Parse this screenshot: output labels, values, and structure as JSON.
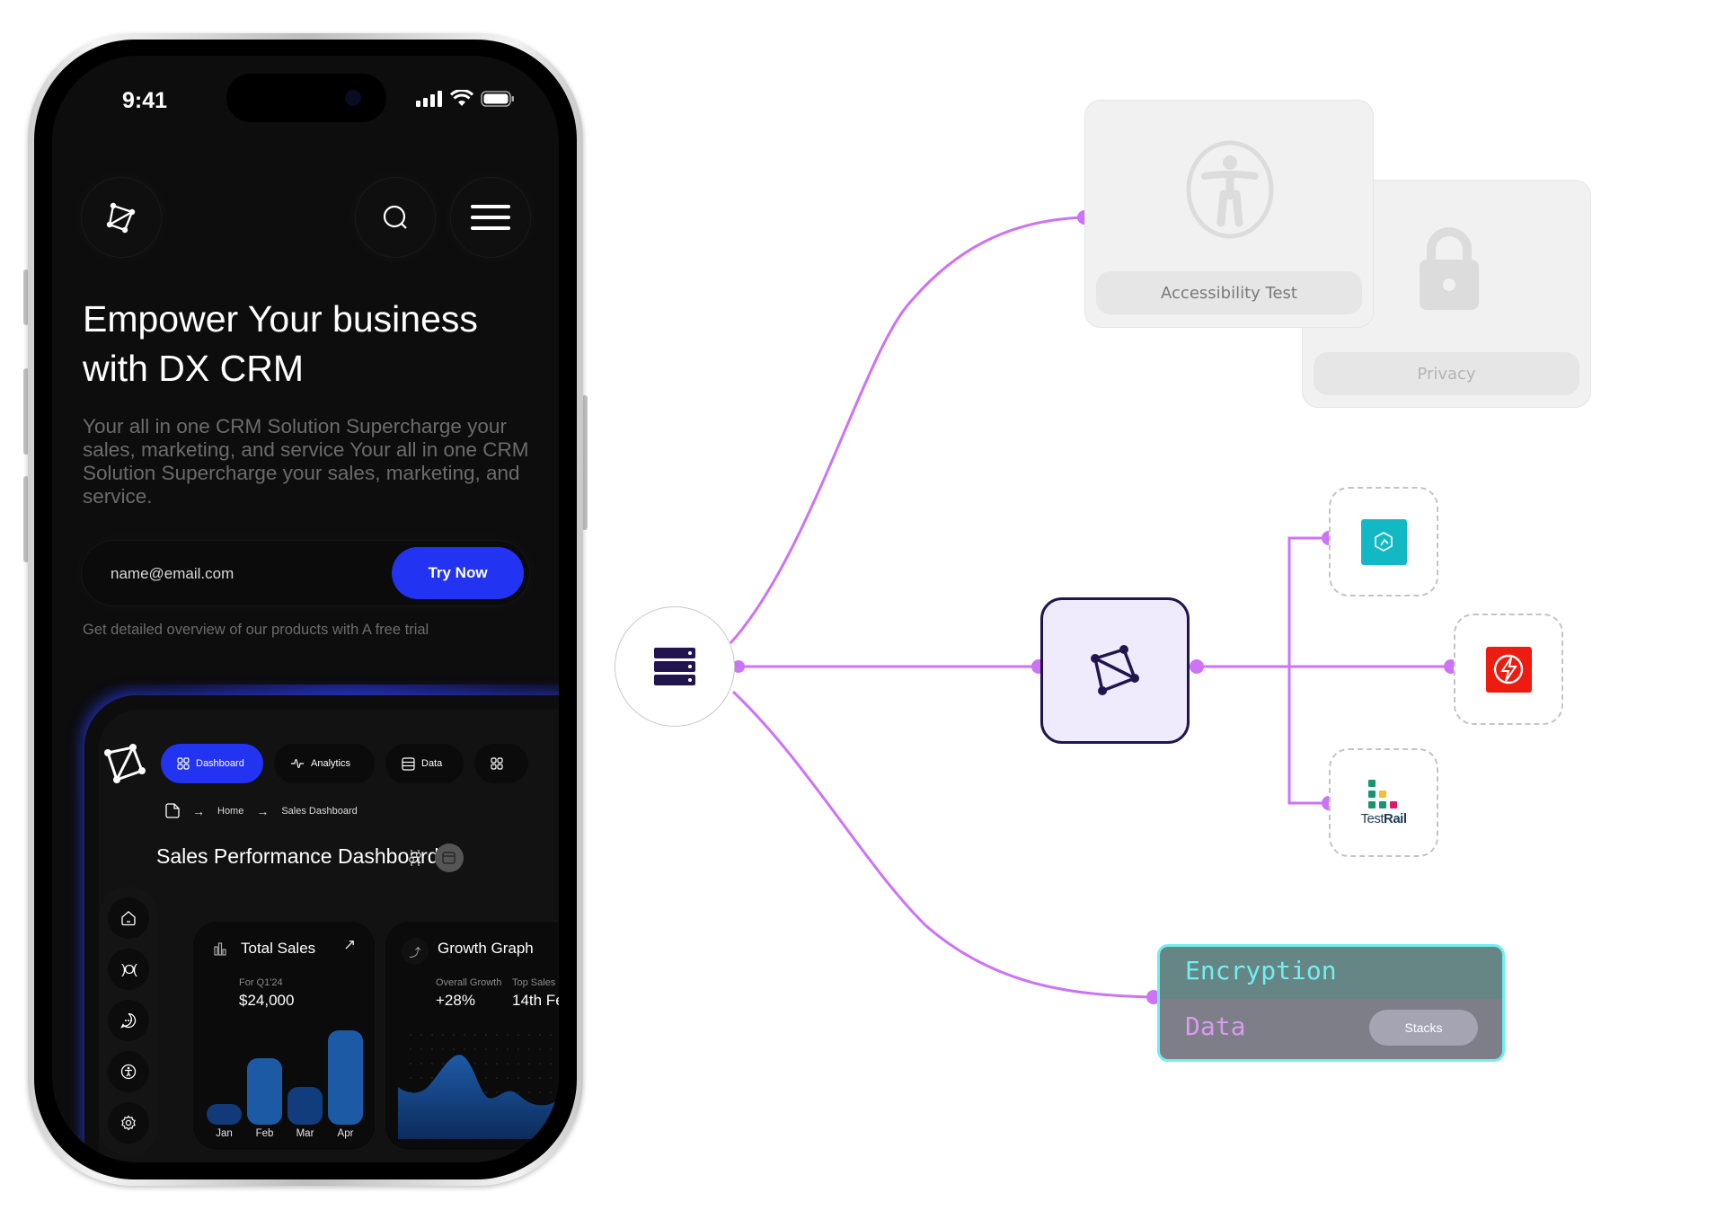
{
  "phone": {
    "status_bar": {
      "time": "9:41",
      "icons": [
        "cellular-signal-icon",
        "wifi-icon",
        "battery-icon"
      ]
    },
    "nav": {
      "logo_icon": "network-logo-icon",
      "search_icon": "search-icon",
      "menu_icon": "hamburger-menu-icon"
    },
    "hero": {
      "title": "Empower Your business with DX CRM",
      "subtitle": "Your all in one CRM Solution Supercharge your sales, marketing, and service Your all in one CRM Solution Supercharge your sales, marketing, and service.",
      "email_value": "name@email.com",
      "cta_label": "Try Now",
      "trial_note": "Get detailed overview of our products with A free trial"
    },
    "dashboard": {
      "tabs": [
        {
          "label": "Dashboard",
          "icon": "grid-icon",
          "active": true
        },
        {
          "label": "Analytics",
          "icon": "pulse-icon",
          "active": false
        },
        {
          "label": "Data",
          "icon": "database-icon",
          "active": false
        },
        {
          "label": "",
          "icon": "grid-icon",
          "active": false
        }
      ],
      "breadcrumb": [
        "Home",
        "Sales Dashboard"
      ],
      "title": "Sales Performance Dashboard",
      "rail_icons": [
        "home-icon",
        "integrations-icon",
        "chat-icon",
        "accessibility-icon",
        "settings-icon"
      ],
      "total_sales": {
        "title": "Total Sales",
        "period_label": "For Q1'24",
        "value": "$24,000"
      },
      "growth_graph": {
        "title": "Growth Graph",
        "overall_label": "Overall Growth",
        "overall_value": "+28%",
        "top_label": "Top Sales",
        "top_value": "14th Fe"
      }
    }
  },
  "chart_data": [
    {
      "type": "bar",
      "title": "Total Sales",
      "categories": [
        "Jan",
        "Feb",
        "Mar",
        "Apr"
      ],
      "values": [
        6,
        19,
        11,
        27
      ],
      "colors": [
        "#123a78",
        "#1d5aa6",
        "#123d7c",
        "#1d5aa6"
      ],
      "xlabel": "",
      "ylabel": ""
    },
    {
      "type": "area",
      "title": "Growth Graph",
      "x": [
        0,
        1,
        2,
        3,
        4,
        5,
        6,
        7,
        8,
        9,
        10
      ],
      "values": [
        48,
        44,
        55,
        76,
        58,
        36,
        43,
        30,
        28,
        40,
        72
      ],
      "color": "#1d5aa6"
    }
  ],
  "diagram": {
    "hub_icon": "server-stack-icon",
    "core_icon": "network-logo-icon",
    "accent_color": "#cc73f8",
    "cards": {
      "accessibility": {
        "label": "Accessibility Test",
        "icon": "accessibility-icon"
      },
      "privacy": {
        "label": "Privacy",
        "icon": "lock-icon"
      }
    },
    "integrations": [
      {
        "name": "teal-integration",
        "icon": "teal-hexagon-logo-icon",
        "color": "#12b9c4"
      },
      {
        "name": "red-integration",
        "icon": "lightning-logo-icon",
        "color": "#ee1b10"
      },
      {
        "name": "TestRail",
        "icon": "testrail-logo-icon",
        "label_a": "Test",
        "label_b": "Rail"
      }
    ],
    "encryption": {
      "title": "Encryption",
      "subtitle": "Data",
      "button": "Stacks"
    }
  }
}
